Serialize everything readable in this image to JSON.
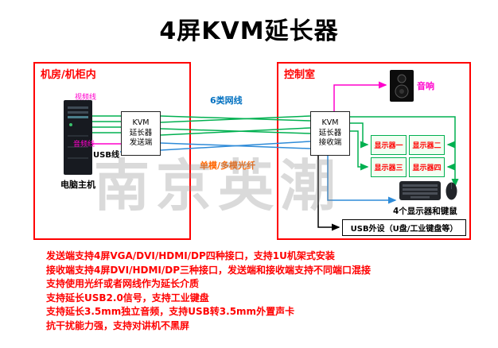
{
  "title": "4屏KVM延长器",
  "watermark": "南京英潮",
  "rooms": {
    "left": {
      "label": "机房/机柜内"
    },
    "right": {
      "label": "控制室"
    }
  },
  "devices": {
    "computer": "电脑主机",
    "kvm_tx": "KVM\n延长器\n发送端",
    "kvm_rx": "KVM\n延长器\n接收端",
    "speaker": "音响",
    "displays": [
      "显示器一",
      "显示器二",
      "显示器三",
      "显示器四"
    ],
    "kb_mouse": "4个显示器和键鼠",
    "usb_peripheral": "USB外设（U盘/工业键盘等）"
  },
  "cables": {
    "video": "视频线",
    "audio": "音频线",
    "usb": "USB线",
    "cat6": "6类网线",
    "fiber": "单模/多模光纤"
  },
  "features": [
    "发送端支持4屏VGA/DVI/HDMI/DP四种接口，支持1U机架式安装",
    "接收端支持4屏DVI/HDMI/DP三种接口，发送端和接收端支持不同端口混接",
    "支持使用光纤或者网线作为延长介质",
    "支持延长USB2.0信号，支持工业键盘",
    "支持延长3.5mm独立音频，支持USB转3.5mm外置声卡",
    "抗干扰能力强，支持对讲机不黑屏"
  ],
  "colors": {
    "red": "#ff0000",
    "magenta": "#ff00cc",
    "blue": "#0070c0",
    "green": "#00b050",
    "orange": "#ff6600"
  }
}
